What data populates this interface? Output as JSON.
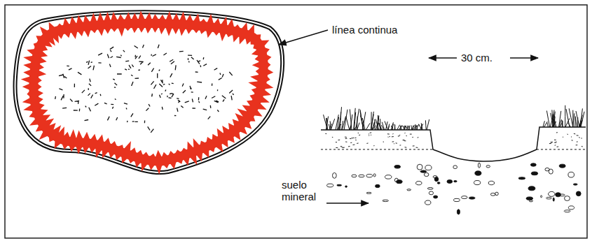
{
  "diagram": {
    "labels": [
      "línea continua",
      "30 cm.",
      "suelo mineral"
    ]
  }
}
